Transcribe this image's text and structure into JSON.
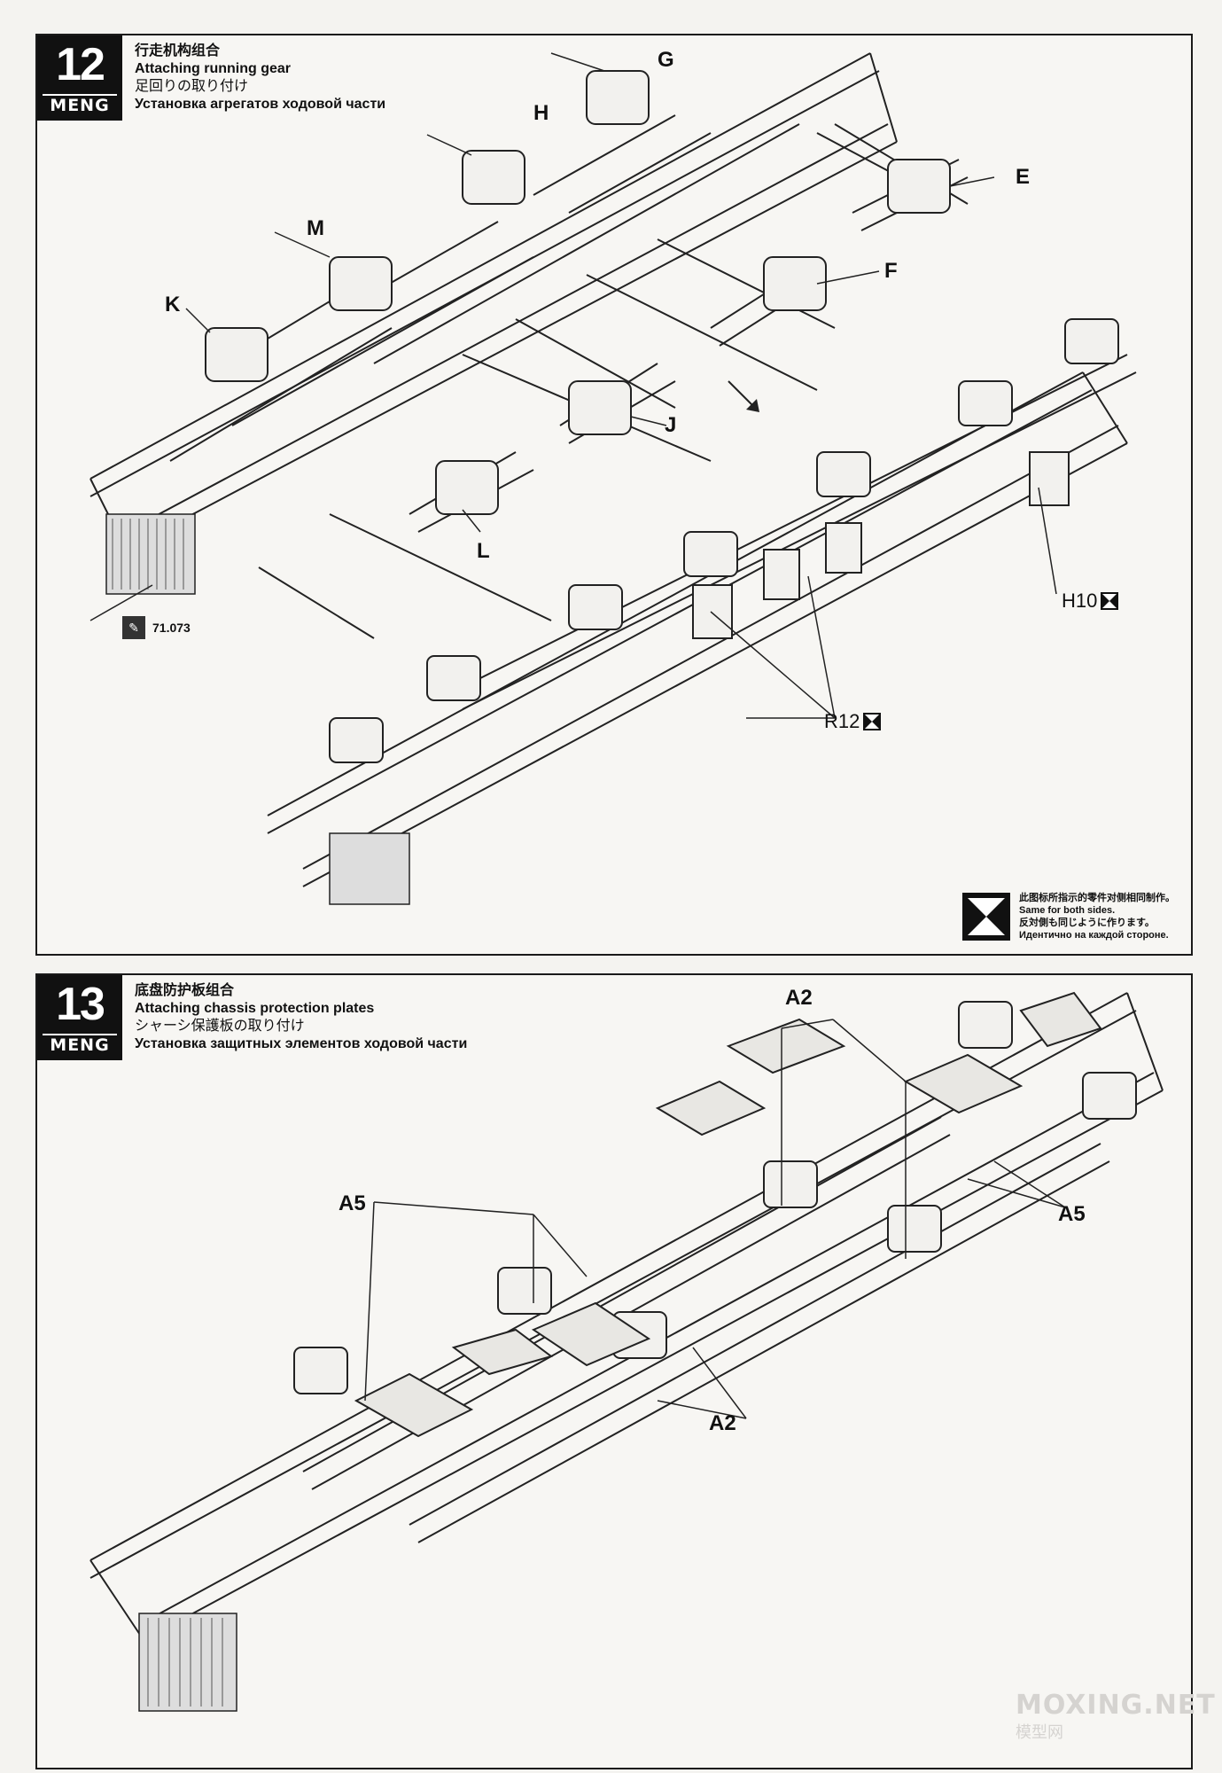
{
  "step12": {
    "number": "12",
    "brand": "MENG",
    "title_cn": "行走机构组合",
    "title_en": "Attaching running gear",
    "title_jp": "足回りの取り付け",
    "title_ru": "Установка агрегатов ходовой части",
    "callouts": [
      "G",
      "H",
      "E",
      "M",
      "F",
      "K",
      "J",
      "L"
    ],
    "part_refs": [
      "H10",
      "R12"
    ],
    "paint_ref": "71.073",
    "legend": {
      "cn": "此图标所指示的零件对侧相同制作。",
      "en": "Same for both sides.",
      "jp": "反対側も同じように作ります。",
      "ru": "Идентично на каждой стороне."
    }
  },
  "step13": {
    "number": "13",
    "brand": "MENG",
    "title_cn": "底盘防护板组合",
    "title_en": "Attaching chassis protection plates",
    "title_jp": "シャーシ保護板の取り付け",
    "title_ru": "Установка защитных элементов ходовой части",
    "callouts": [
      "A2",
      "A5",
      "A5",
      "A2"
    ]
  },
  "watermark": {
    "main": "MOXING.NET",
    "sub": "模型网"
  },
  "icons": [
    "hourglass-icon",
    "brush-icon",
    "arrow-icon"
  ]
}
